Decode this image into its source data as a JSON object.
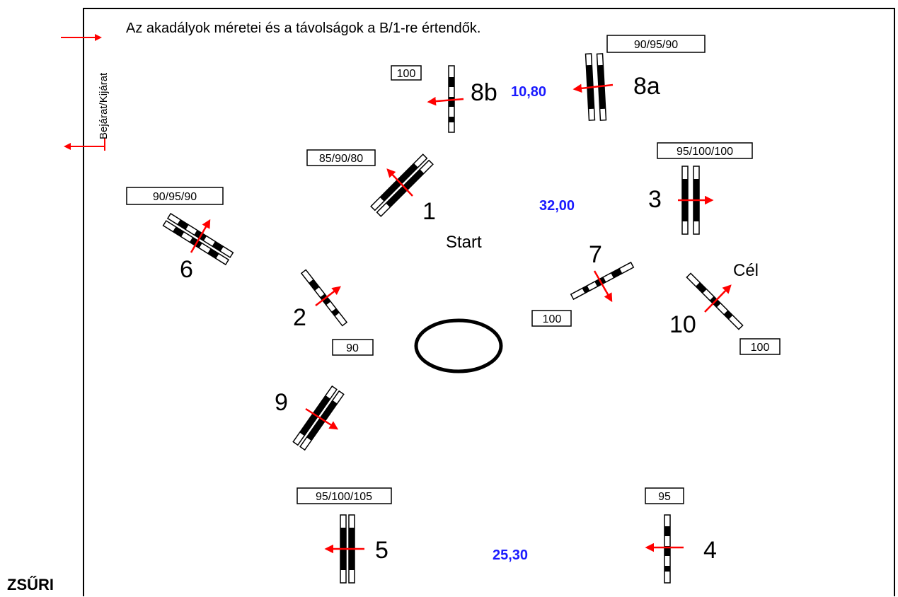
{
  "header_note": "Az akadályok méretei és a távolságok a B/1-re értendők.",
  "entrance_label": "Bejárat/Kijárat",
  "jury_label": "ZSŰRI",
  "start_label": "Start",
  "finish_label": "Cél",
  "distances": [
    "10,80",
    "32,00",
    "25,30"
  ],
  "obstacles": [
    {
      "number": "1",
      "heights": "85/90/80"
    },
    {
      "number": "2",
      "heights": "90"
    },
    {
      "number": "3",
      "heights": "95/100/100"
    },
    {
      "number": "4",
      "heights": "95"
    },
    {
      "number": "5",
      "heights": "95/100/105"
    },
    {
      "number": "6",
      "heights": "90/95/90"
    },
    {
      "number": "7",
      "heights": "100"
    },
    {
      "number": "8a",
      "heights": "90/95/90"
    },
    {
      "number": "8b",
      "heights": "100"
    },
    {
      "number": "9",
      "heights": ""
    },
    {
      "number": "10",
      "heights": "100"
    }
  ],
  "colors": {
    "arrow": "#ff0000",
    "distance": "#1a1aff",
    "pole_dark": "#000000",
    "pole_light": "#ffffff"
  }
}
